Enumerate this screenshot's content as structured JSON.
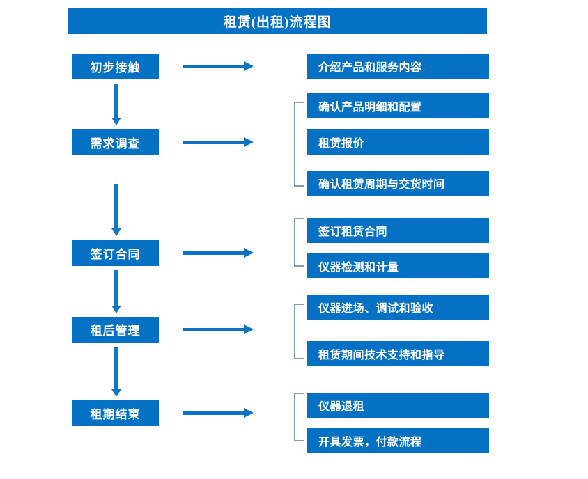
{
  "diagram": {
    "title": "租赁(出租)流程图",
    "colors": {
      "box_fill": "#0571c4",
      "box_text": "#ffffff",
      "arrow": "#0a72c0",
      "vertical_arrow": "#1177c4",
      "bracket": "#7b9fc4",
      "background": "#ffffff"
    },
    "stages": [
      {
        "label": "初步接触"
      },
      {
        "label": "需求调查"
      },
      {
        "label": "签订合同"
      },
      {
        "label": "租后管理"
      },
      {
        "label": "租期结束"
      }
    ],
    "details": [
      {
        "label": "介绍产品和服务内容"
      },
      {
        "label": "确认产品明细和配置"
      },
      {
        "label": "租赁报价"
      },
      {
        "label": "确认租赁周期与交货时间"
      },
      {
        "label": "签订租赁合同"
      },
      {
        "label": "仪器检测和计量"
      },
      {
        "label": "仪器进场、调试和验收"
      },
      {
        "label": "租赁期间技术支持和指导"
      },
      {
        "label": "仪器退租"
      },
      {
        "label": "开具发票，付款流程"
      }
    ]
  }
}
